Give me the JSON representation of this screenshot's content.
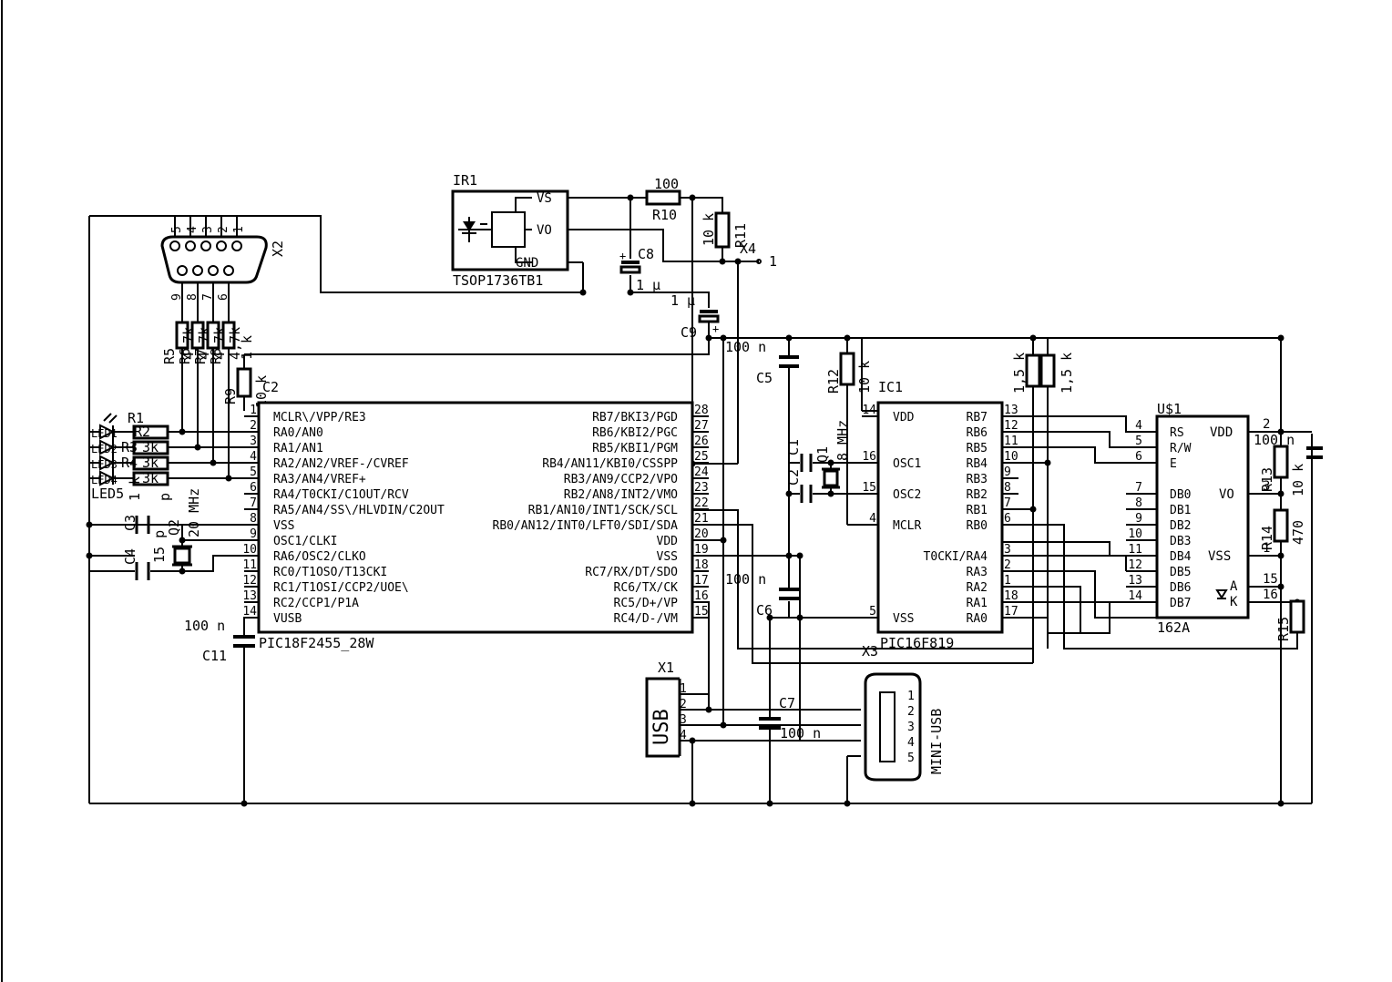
{
  "parts": {
    "ir1": {
      "name": "IR1",
      "value": "TSOP1736TB1",
      "pins": [
        "VS",
        "VO",
        "GND"
      ]
    },
    "x2": {
      "name": "X2",
      "pins_top": [
        "5",
        "4",
        "3",
        "2",
        "1"
      ],
      "pins_bottom": [
        "9",
        "8",
        "7",
        "6"
      ]
    },
    "x4": {
      "name": "X4",
      "pin": "1"
    },
    "x1": {
      "name": "X1",
      "label": "USB",
      "pins": [
        "1",
        "2",
        "3",
        "4"
      ]
    },
    "x3": {
      "name": "X3",
      "label": "MINI-USB",
      "pins": [
        "1",
        "2",
        "3",
        "4",
        "5"
      ]
    },
    "r10": {
      "name": "R10",
      "value": "100"
    },
    "r11": {
      "name": "R11",
      "value": "10 k"
    },
    "r12": {
      "name": "R12",
      "value": "10 k"
    },
    "r_15k_a": {
      "value": "1,5 k"
    },
    "r_15k_b": {
      "value": "1,5 k"
    },
    "r13": {
      "name": "R13",
      "value": "10 k"
    },
    "r14": {
      "name": "R14",
      "value": "470"
    },
    "r15": {
      "name": "R15"
    },
    "r9": {
      "name": "R9",
      "value": "10 k"
    },
    "r1": {
      "name": "R1"
    },
    "r_col": {
      "names": [
        "R5",
        "R6",
        "R7",
        "R8"
      ],
      "values": [
        "4,7k",
        "4,7k",
        "4,7k",
        "4,7k"
      ],
      "n_label": "1 k"
    },
    "leds": {
      "name": "LED5",
      "small": [
        "LED1",
        "LED2",
        "LED3",
        "LED4"
      ],
      "r_names": [
        "R2",
        "R3",
        "R4"
      ],
      "r_values": [
        "3k",
        "3k",
        "3k"
      ],
      "misc": "1 k",
      "p": "p"
    },
    "c8": {
      "name": "C8",
      "value": "1 µ"
    },
    "c9": {
      "name": "C9",
      "value": "1 µ"
    },
    "c5": {
      "name": "C5",
      "value": "100 n"
    },
    "c6": {
      "name": "C6",
      "value": "100 n"
    },
    "c7": {
      "name": "C7",
      "value": "100 n"
    },
    "c11": {
      "name": "C11",
      "value": "100 n"
    },
    "c1": {
      "name": "C1"
    },
    "c2": {
      "name": "C2"
    },
    "c3": {
      "name": "C3"
    },
    "c4": {
      "name": "C4",
      "value": "15 p"
    },
    "c_lcd": {
      "value": "100 n"
    },
    "q1": {
      "name": "Q1",
      "value": "8 MHz"
    },
    "q2": {
      "name": "Q2",
      "value": "20 MHz"
    },
    "c2_top": {
      "name": "C2"
    },
    "pic18": {
      "name": "PIC18F2455_28W",
      "left_pins": [
        {
          "num": "1",
          "label": "MCLR\\/VPP/RE3"
        },
        {
          "num": "2",
          "label": "RA0/AN0"
        },
        {
          "num": "3",
          "label": "RA1/AN1"
        },
        {
          "num": "4",
          "label": "RA2/AN2/VREF-/CVREF"
        },
        {
          "num": "5",
          "label": "RA3/AN4/VREF+"
        },
        {
          "num": "6",
          "label": "RA4/T0CKI/C1OUT/RCV"
        },
        {
          "num": "7",
          "label": "RA5/AN4/SS\\/HLVDIN/C2OUT"
        },
        {
          "num": "8",
          "label": "VSS"
        },
        {
          "num": "9",
          "label": "OSC1/CLKI"
        },
        {
          "num": "10",
          "label": "RA6/OSC2/CLKO"
        },
        {
          "num": "11",
          "label": "RC0/T1OSO/T13CKI"
        },
        {
          "num": "12",
          "label": "RC1/T1OSI/CCP2/UOE\\"
        },
        {
          "num": "13",
          "label": "RC2/CCP1/P1A"
        },
        {
          "num": "14",
          "label": "VUSB"
        }
      ],
      "right_pins": [
        {
          "num": "28",
          "label": "RB7/BKI3/PGD"
        },
        {
          "num": "27",
          "label": "RB6/KBI2/PGC"
        },
        {
          "num": "26",
          "label": "RB5/KBI1/PGM"
        },
        {
          "num": "25",
          "label": "RB4/AN11/KBI0/CSSPP"
        },
        {
          "num": "24",
          "label": "RB3/AN9/CCP2/VPO"
        },
        {
          "num": "23",
          "label": "RB2/AN8/INT2/VMO"
        },
        {
          "num": "22",
          "label": "RB1/AN10/INT1/SCK/SCL"
        },
        {
          "num": "21",
          "label": "RB0/AN12/INT0/LFT0/SDI/SDA"
        },
        {
          "num": "20",
          "label": "VDD"
        },
        {
          "num": "19",
          "label": "VSS"
        },
        {
          "num": "18",
          "label": "RC7/RX/DT/SDO"
        },
        {
          "num": "17",
          "label": "RC6/TX/CK"
        },
        {
          "num": "16",
          "label": "RC5/D+/VP"
        },
        {
          "num": "15",
          "label": "RC4/D-/VM"
        }
      ]
    },
    "pic16": {
      "name": "IC1",
      "value": "PIC16F819",
      "left_pins": [
        {
          "num": "14",
          "label": "VDD"
        },
        {
          "num": "16",
          "label": "OSC1"
        },
        {
          "num": "15",
          "label": "OSC2"
        },
        {
          "num": "4",
          "label": "MCLR"
        },
        {
          "num": "5",
          "label": "VSS"
        }
      ],
      "right_pins": [
        {
          "num": "13",
          "label": "RB7"
        },
        {
          "num": "12",
          "label": "RB6"
        },
        {
          "num": "11",
          "label": "RB5"
        },
        {
          "num": "10",
          "label": "RB4"
        },
        {
          "num": "9",
          "label": "RB3"
        },
        {
          "num": "8",
          "label": "RB2"
        },
        {
          "num": "7",
          "label": "RB1"
        },
        {
          "num": "6",
          "label": "RB0"
        },
        {
          "num": "3",
          "label": "T0CKI/RA4"
        },
        {
          "num": "2",
          "label": "RA3"
        },
        {
          "num": "1",
          "label": "RA2"
        },
        {
          "num": "18",
          "label": "RA1"
        },
        {
          "num": "17",
          "label": "RA0"
        }
      ]
    },
    "lcd": {
      "name": "U$1",
      "value": "162A",
      "left_pins": [
        {
          "num": "4",
          "label": "RS"
        },
        {
          "num": "5",
          "label": "R/W"
        },
        {
          "num": "6",
          "label": "E"
        },
        {
          "num": "7",
          "label": "DB0"
        },
        {
          "num": "8",
          "label": "DB1"
        },
        {
          "num": "9",
          "label": "DB2"
        },
        {
          "num": "10",
          "label": "DB3"
        },
        {
          "num": "11",
          "label": "DB4"
        },
        {
          "num": "12",
          "label": "DB5"
        },
        {
          "num": "13",
          "label": "DB6"
        },
        {
          "num": "14",
          "label": "DB7"
        }
      ],
      "right_labels": [
        "VDD",
        "VO",
        "VSS",
        "A",
        "K"
      ],
      "right_nums": [
        "2",
        "3",
        "1",
        "15",
        "16"
      ]
    }
  }
}
